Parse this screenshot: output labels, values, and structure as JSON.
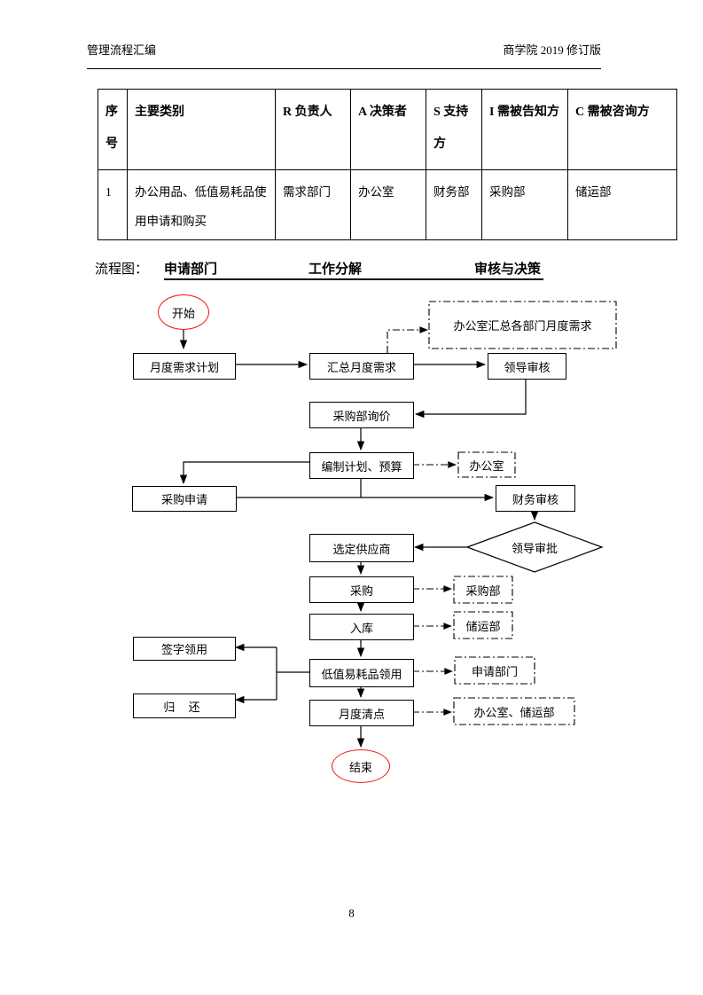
{
  "header": {
    "left": "管理流程汇编",
    "right": "商学院 2019 修订版"
  },
  "table": {
    "headers": [
      "序号",
      "主要类别",
      "R 负责人",
      "A 决策者",
      "S 支持方",
      "I 需被告知方",
      "C 需被咨询方"
    ],
    "rows": [
      [
        "1",
        "办公用品、低值易耗品使用申请和购买",
        "需求部门",
        "办公室",
        "财务部",
        "采购部",
        "储运部"
      ]
    ]
  },
  "flowchart": {
    "label": "流程图：",
    "lanes": [
      "申请部门",
      "工作分解",
      "审核与决策"
    ],
    "nodes": {
      "start": "开始",
      "monthly_demand_plan": "月度需求计划",
      "aggregate_monthly_demand": "汇总月度需求",
      "office_aggregates_note": "办公室汇总各部门月度需求",
      "leader_review": "领导审核",
      "purchasing_inquiry": "采购部询价",
      "plan_budget": "编制计划、预算",
      "office_note": "办公室",
      "purchase_request": "采购申请",
      "finance_review": "财务审核",
      "leader_approval": "领导审批",
      "select_supplier": "选定供应商",
      "purchase": "采购",
      "purchasing_dept_note": "采购部",
      "warehouse_in": "入库",
      "storage_dept_note": "储运部",
      "sign_collect": "签字领用",
      "consumables_collect": "低值易耗品领用",
      "request_dept_note": "申请部门",
      "return_item": "归 还",
      "monthly_count": "月度清点",
      "office_storage_note": "办公室、储运部",
      "end": "结束"
    }
  },
  "footer": {
    "page_number": "8"
  },
  "colors": {
    "line": "#000000",
    "terminal_stroke": "#ee1515",
    "text": "#000000",
    "background": "#ffffff"
  }
}
